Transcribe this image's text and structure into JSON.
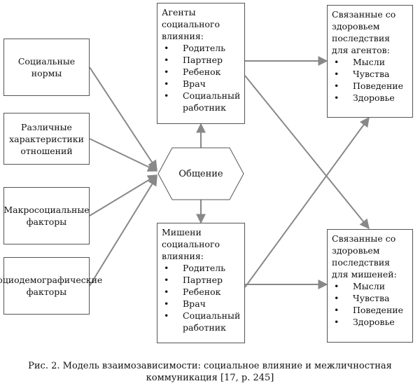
{
  "left_boxes": [
    {
      "label": "Социальные нормы"
    },
    {
      "label": "Различные характеристики отношений"
    },
    {
      "label": "Макросоциальные факторы"
    },
    {
      "label": "Социодемографические факторы"
    }
  ],
  "center": {
    "label": "Общение"
  },
  "agents": {
    "title": "Агенты социального влияния:",
    "items": [
      "Родитель",
      "Партнер",
      "Ребенок",
      "Врач",
      "Социальный работник"
    ]
  },
  "targets": {
    "title": "Мишени социального влияния:",
    "items": [
      "Родитель",
      "Партнер",
      "Ребенок",
      "Врач",
      "Социальный работник"
    ]
  },
  "agent_outcomes": {
    "title": "Связанные со здоровьем последствия для агентов:",
    "items": [
      "Мысли",
      "Чувства",
      "Поведение",
      "Здоровье"
    ]
  },
  "target_outcomes": {
    "title": "Связанные со здоровьем последствия для мишеней:",
    "items": [
      "Мысли",
      "Чувства",
      "Поведение",
      "Здоровье"
    ]
  },
  "caption": {
    "line1": "Рис. 2. Модель взаимозависимости: социальное влияние и межличностная",
    "line2": "коммуникация [17, р. 245]"
  },
  "colors": {
    "arrow": "#888888",
    "border": "#555555"
  }
}
